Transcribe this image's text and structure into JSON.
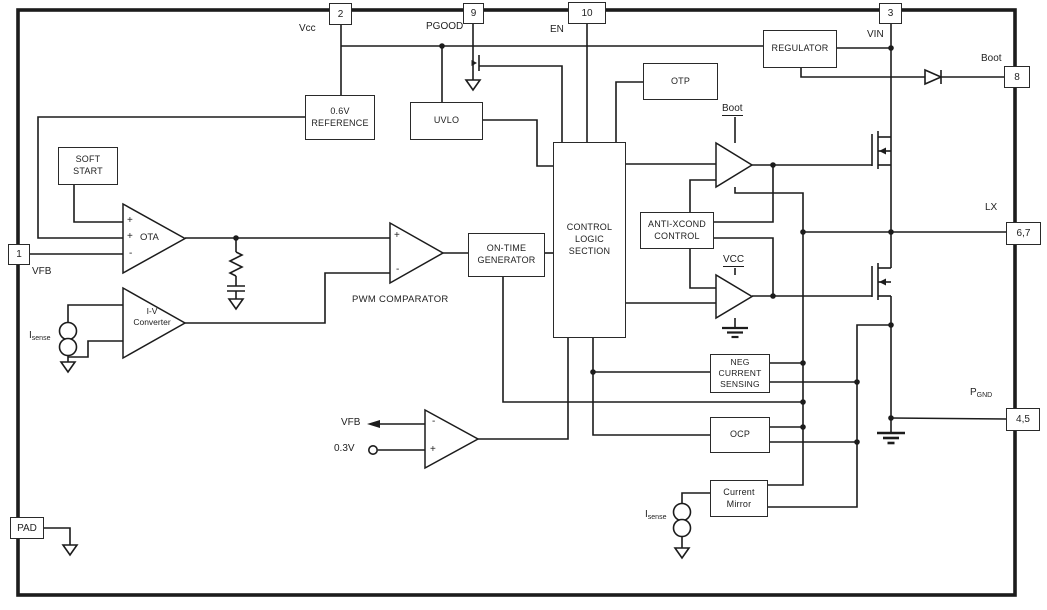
{
  "pins": {
    "vcc": {
      "num": "2",
      "name": "Vcc"
    },
    "pgood": {
      "num": "9",
      "name": "PGOOD"
    },
    "en": {
      "num": "10",
      "name": "EN"
    },
    "vin": {
      "num": "3",
      "name": "VIN"
    },
    "boot": {
      "num": "8",
      "name": "Boot"
    },
    "lx": {
      "num": "6,7",
      "name": "LX"
    },
    "pgnd": {
      "num": "4,5",
      "name_main": "P",
      "name_sub": "GND"
    },
    "vfb": {
      "num": "1",
      "name": "VFB"
    },
    "pad": {
      "num": "PAD"
    }
  },
  "blocks": {
    "reference": "0.6V\nREFERENCE",
    "soft_start": "SOFT\nSTART",
    "uvlo": "UVLO",
    "otp": "OTP",
    "regulator": "REGULATOR",
    "on_time_generator": "ON-TIME\nGENERATOR",
    "control_logic": "CONTROL\nLOGIC\nSECTION",
    "anti_xcond": "ANTI-XCOND\nCONTROL",
    "neg_current_sensing": "NEG\nCURRENT\nSENSING",
    "ocp": "OCP",
    "current_mirror": "Current\nMirror"
  },
  "amplifiers": {
    "ota": {
      "label": "OTA",
      "in1": "+",
      "in2": "+",
      "in3": "-"
    },
    "iv_converter": {
      "label": "I-V\nConverter"
    },
    "pwm_comparator": {
      "label": "PWM COMPARATOR",
      "in_plus": "+",
      "in_minus": "-"
    },
    "zero_comparator": {
      "in_minus": "-",
      "in_plus": "+",
      "ref": "0.3V",
      "fb": "VFB"
    }
  },
  "net_labels": {
    "boot_hs": "Boot",
    "vcc_ls": "VCC",
    "isense_main": "I",
    "isense_sub": "sense"
  },
  "colors": {
    "line": "#1c1c1c",
    "background": "#ffffff"
  }
}
